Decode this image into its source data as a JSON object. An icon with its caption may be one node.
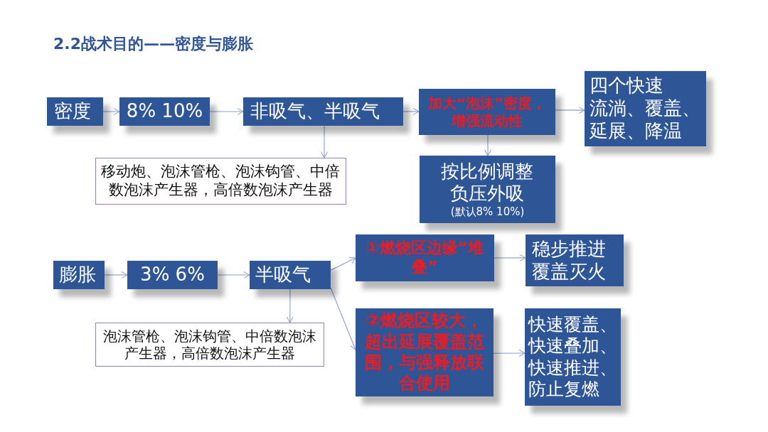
{
  "diagram": {
    "title": "2.2战术目的——密度与膨胀",
    "nodes": [
      {
        "text": [
          "密度"
        ]
      },
      {
        "text": [
          "8% 10%"
        ]
      },
      {
        "text": [
          "非吸气、半吸气"
        ]
      },
      {
        "text": [
          "加大“泡沫”密度，增强流动性"
        ]
      },
      {
        "text": [
          "四个快速",
          "流淌、覆盖、延展、降温"
        ]
      },
      {
        "text": [
          "移动炮、泡沫管枪、泡沫钩管、中倍数泡沫产生器，高倍数泡沫产生器"
        ]
      },
      {
        "text": [
          "按比例调整负压外吸",
          "(默认8% 10%)"
        ]
      },
      {
        "text": [
          "膨胀"
        ]
      },
      {
        "text": [
          "3% 6%"
        ]
      },
      {
        "text": [
          "半吸气"
        ]
      },
      {
        "text": [
          "①燃烧区边缘“堆叠”"
        ]
      },
      {
        "text": [
          "稳步推进覆盖灭火"
        ]
      },
      {
        "text": [
          "泡沫管枪、泡沫钩管、中倍数泡沫产生器，高倍数泡沫产生器"
        ]
      },
      {
        "text": [
          "②燃烧区较大，超出延展覆盖范围，与强释放联合使用"
        ]
      },
      {
        "text": [
          "快速覆盖、快速叠加、快速推进、防止复燃"
        ]
      }
    ],
    "edges": [
      {
        "from": 0,
        "to": 1,
        "arrow": "to"
      },
      {
        "from": 1,
        "to": 2,
        "arrow": "to"
      },
      {
        "from": 2,
        "to": 3,
        "arrow": "to"
      },
      {
        "from": 3,
        "to": 4,
        "arrow": "to"
      },
      {
        "from": 2,
        "to": 5,
        "arrow": "to"
      },
      {
        "from": 3,
        "to": 6,
        "arrow": "to"
      },
      {
        "from": 7,
        "to": 8,
        "arrow": "to"
      },
      {
        "from": 8,
        "to": 9,
        "arrow": "to"
      },
      {
        "from": 9,
        "to": 10,
        "arrow": "to"
      },
      {
        "from": 9,
        "to": 12,
        "arrow": "to"
      },
      {
        "from": 9,
        "to": 13,
        "arrow": "to"
      },
      {
        "from": 10,
        "to": 11,
        "arrow": "to"
      },
      {
        "from": 13,
        "to": 14,
        "arrow": "to"
      }
    ]
  }
}
